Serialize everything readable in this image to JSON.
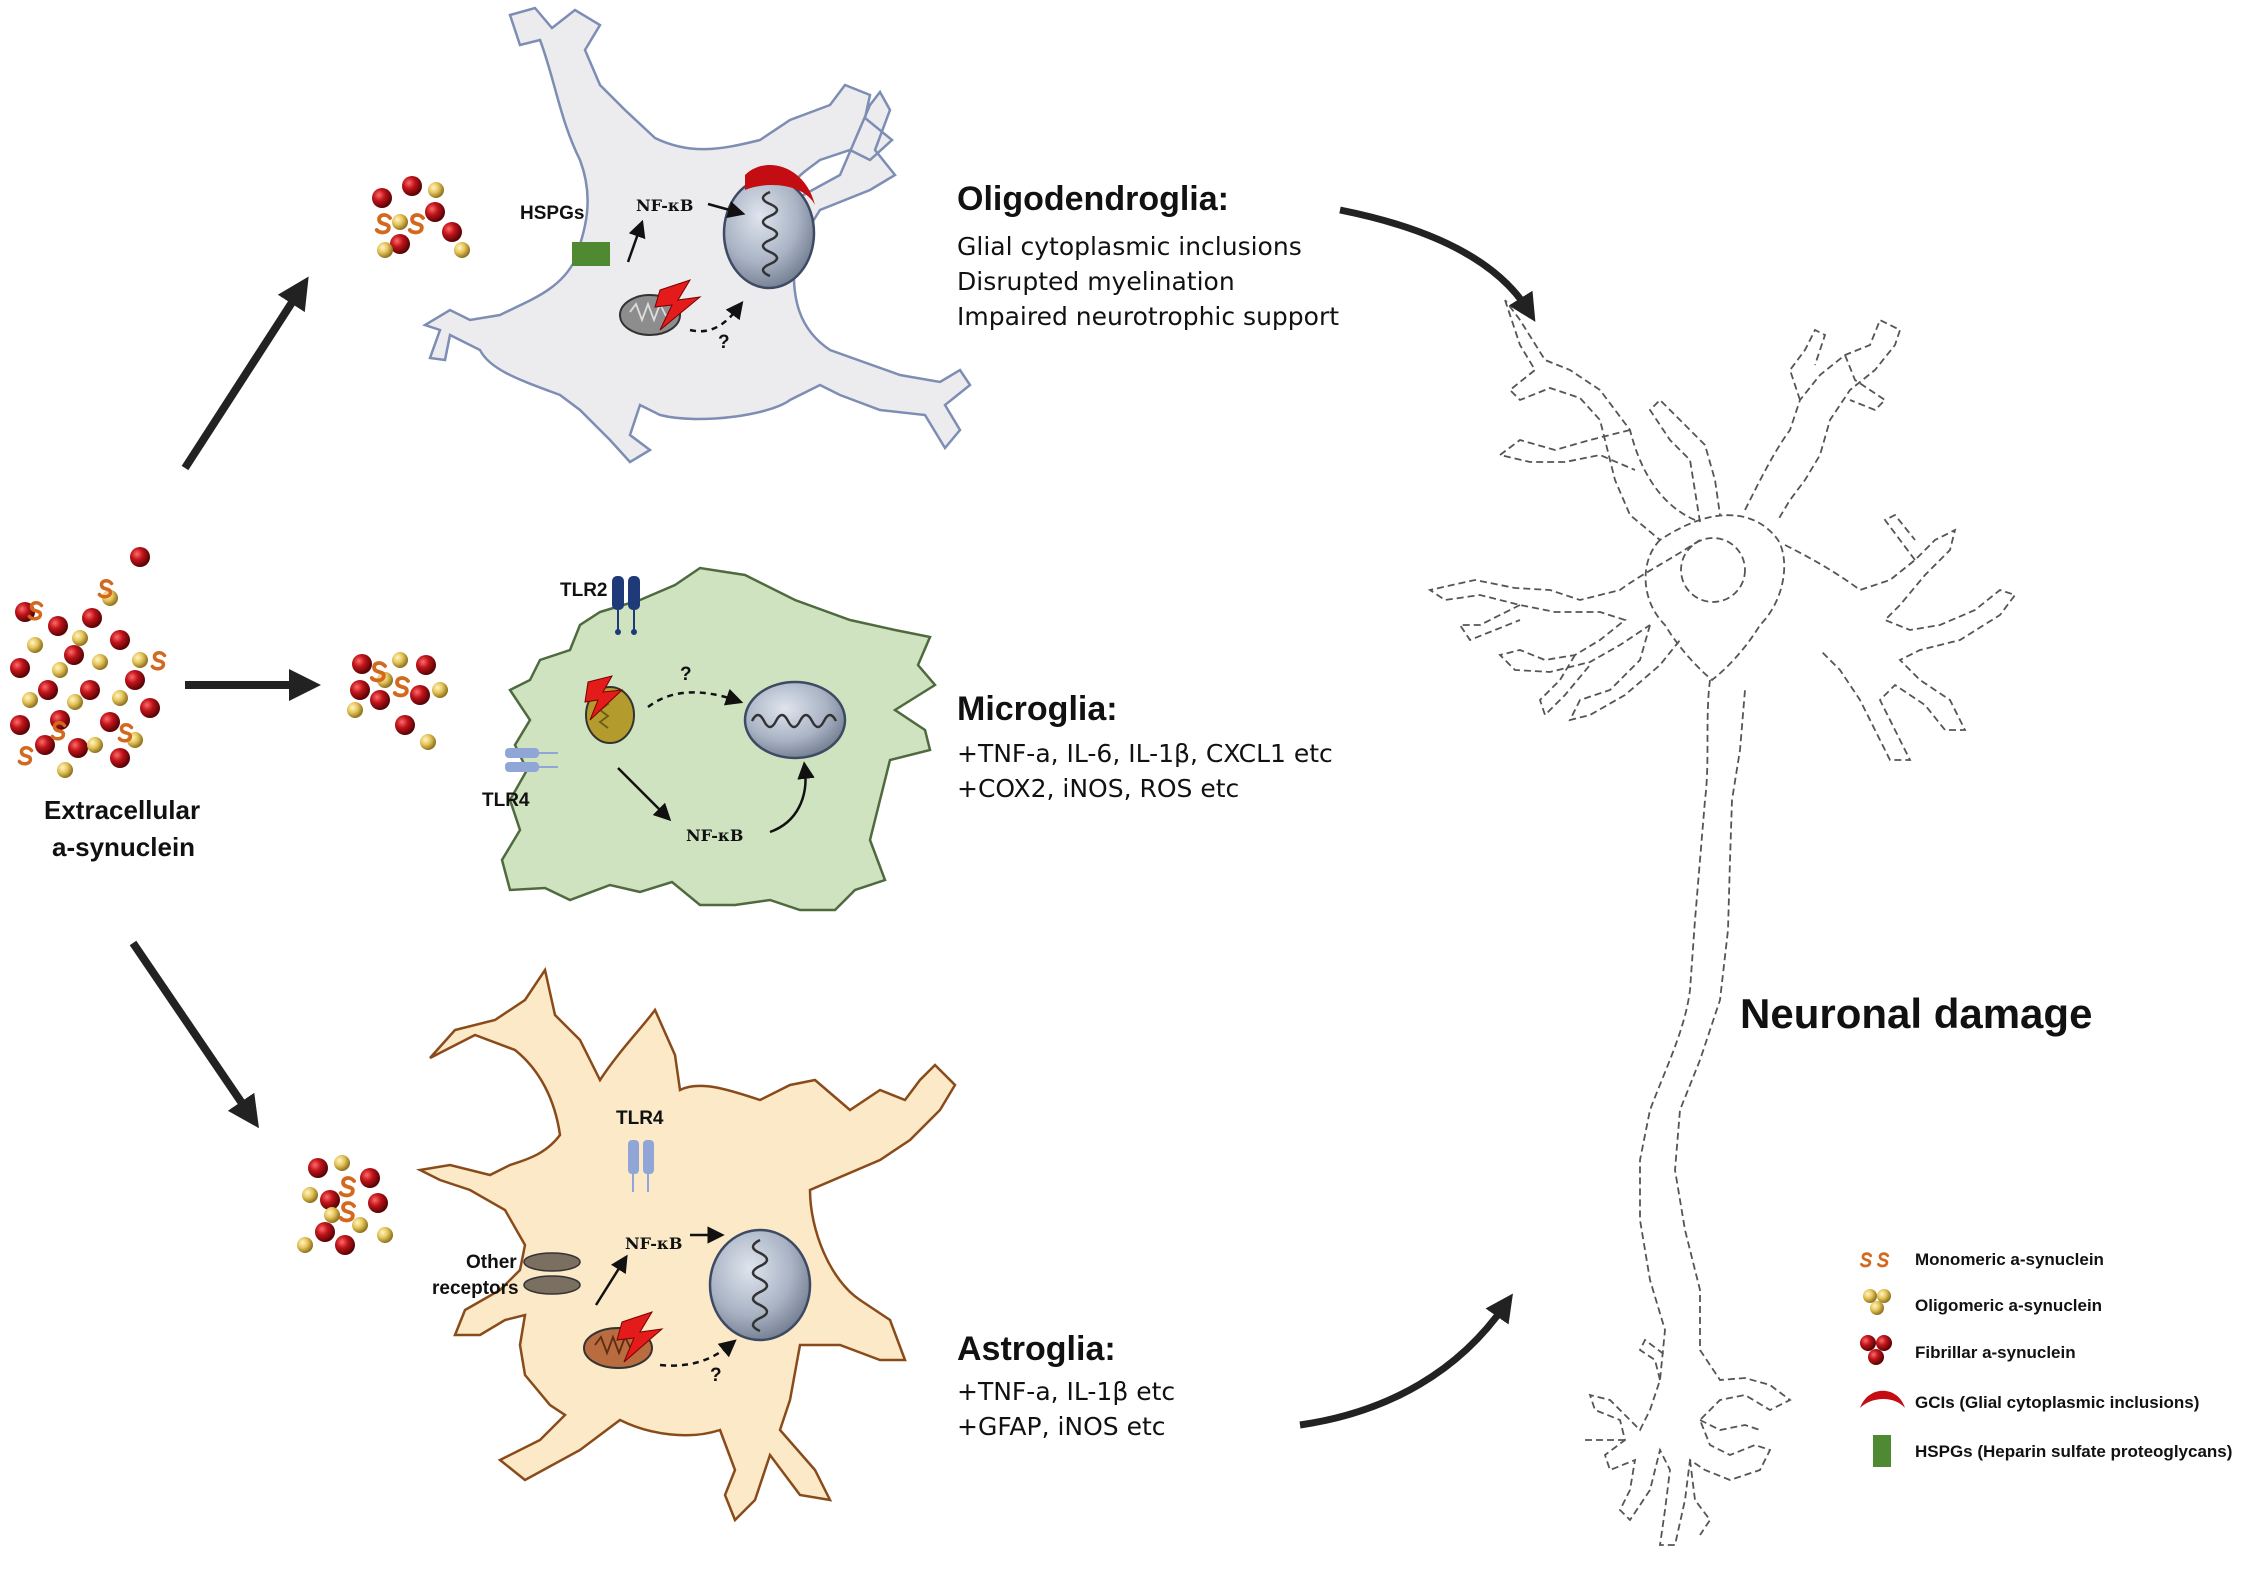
{
  "extracellular": {
    "line1": "Extracellular",
    "line2": "a-synuclein"
  },
  "oligodendroglia": {
    "title": "Oligodendroglia:",
    "effects": [
      "Glial cytoplasmic inclusions",
      "Disrupted myelination",
      "Impaired neurotrophic support"
    ],
    "labels": {
      "receptor": "HSPGs",
      "nfkb": "NF-κB",
      "unknown": "?"
    }
  },
  "microglia": {
    "title": "Microglia:",
    "effects": [
      "+TNF-a, IL-6, IL-1β, CXCL1 etc",
      "+COX2, iNOS, ROS etc"
    ],
    "labels": {
      "tlr2": "TLR2",
      "tlr4": "TLR4",
      "nfkb": "NF-κB",
      "unknown": "?"
    }
  },
  "astroglia": {
    "title": "Astroglia:",
    "effects": [
      "+TNF-a, IL-1β etc",
      "+GFAP, iNOS etc"
    ],
    "labels": {
      "tlr4": "TLR4",
      "nfkb": "NF-κB",
      "other_line1": "Other",
      "other_line2": "receptors",
      "unknown": "?"
    }
  },
  "neuron": {
    "title": "Neuronal damage"
  },
  "legend": {
    "items": [
      {
        "icon": "monomer-icon",
        "label": "Monomeric a-synuclein"
      },
      {
        "icon": "oligomer-icon",
        "label": "Oligomeric a-synuclein"
      },
      {
        "icon": "fibril-icon",
        "label": "Fibrillar a-synuclein"
      },
      {
        "icon": "gci-icon",
        "label": "GCIs (Glial cytoplasmic inclusions)"
      },
      {
        "icon": "hspg-icon",
        "label": "HSPGs (Heparin sulfate proteoglycans)"
      }
    ]
  },
  "colors": {
    "fibril": "#b80d12",
    "oligomer": "#e8c65a",
    "monomer": "#d2691e",
    "microglia_fill": "#cfe3c0",
    "astroglia_fill": "#fbe9c7",
    "oligo_fill": "#ececee",
    "gci": "#c40d12",
    "hspg": "#4f8a33",
    "tlr2": "#1f3a78",
    "tlr4": "#8fa6d6"
  }
}
